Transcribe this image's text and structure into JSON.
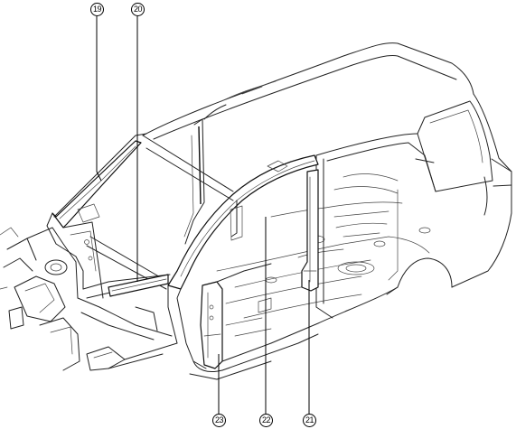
{
  "callouts": [
    {
      "id": "c19",
      "label": "19"
    },
    {
      "id": "c20",
      "label": "20"
    },
    {
      "id": "c21",
      "label": "21"
    },
    {
      "id": "c22",
      "label": "22"
    },
    {
      "id": "c23",
      "label": "23"
    }
  ]
}
